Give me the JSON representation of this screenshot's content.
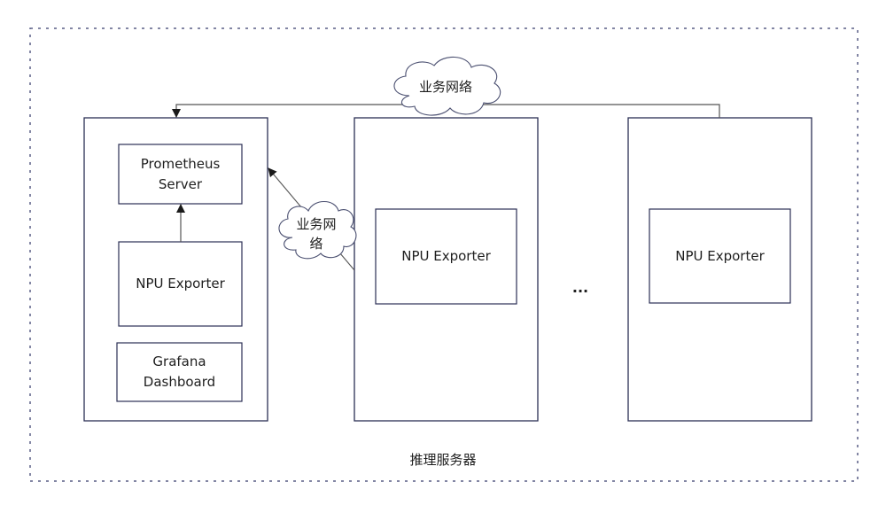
{
  "diagram": {
    "container_label": "推理服务器",
    "network_top_label": "业务网络",
    "network_side_label": "业务网\n络",
    "ellipsis": "...",
    "node1": {
      "prometheus": "Prometheus\nServer",
      "exporter": "NPU Exporter",
      "grafana": "Grafana\nDashboard"
    },
    "node2": {
      "exporter": "NPU Exporter"
    },
    "node3": {
      "exporter": "NPU Exporter"
    },
    "colors": {
      "border": "#2b2f55",
      "arrow": "#555555",
      "dotted": "#5a5f86"
    }
  }
}
